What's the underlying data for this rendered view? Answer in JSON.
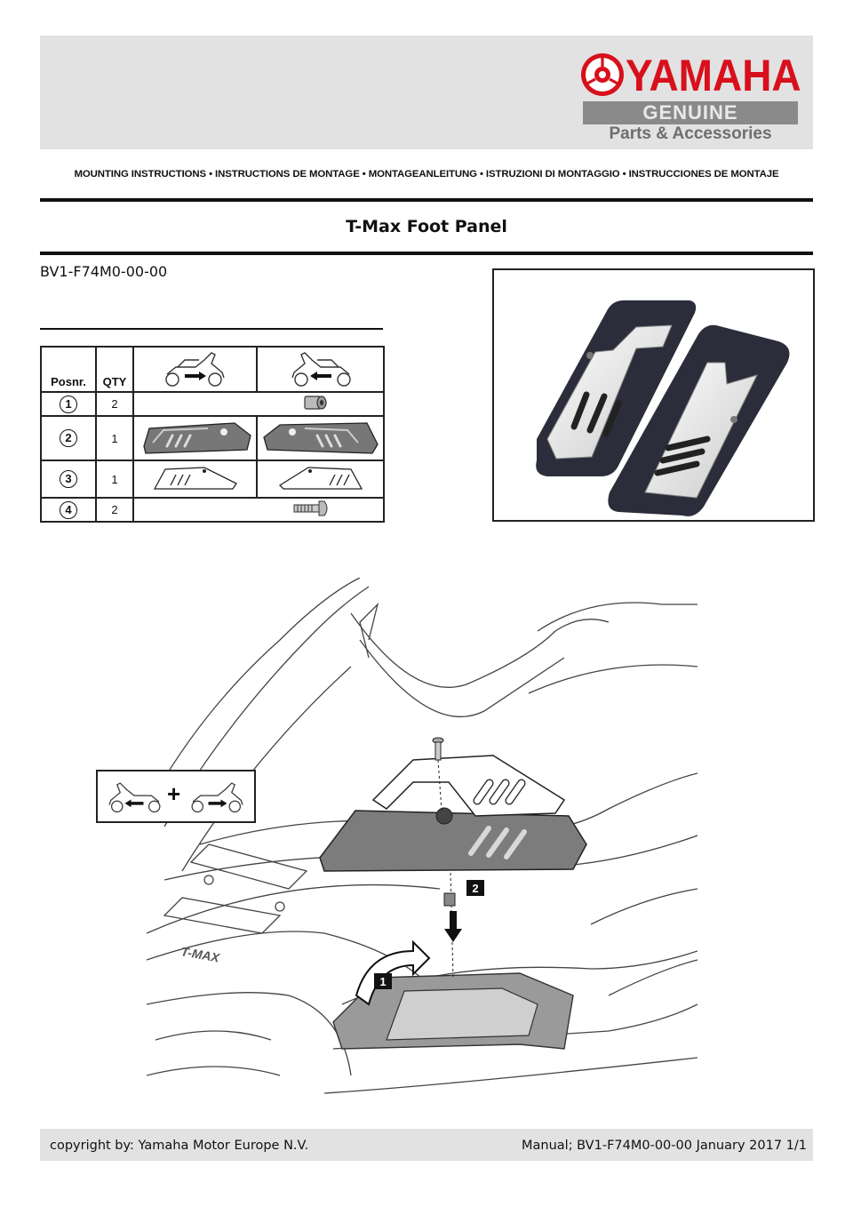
{
  "brand": {
    "name": "YAMAHA",
    "genuine": "GENUINE",
    "tagline": "Parts & Accessories",
    "color_red": "#d8101c",
    "color_grey": "#8a8a8a"
  },
  "instructions_line": "MOUNTING INSTRUCTIONS • INSTRUCTIONS DE MONTAGE • MONTAGEANLEITUNG • ISTRUZIONI DI MONTAGGIO • INSTRUCCIONES DE MONTAJE",
  "title": "T-Max Foot Panel",
  "part_number": "BV1-F74M0-00-00",
  "table": {
    "headers": {
      "pos": "Posnr.",
      "qty": "QTY"
    },
    "rows": [
      {
        "pos": "1",
        "qty": "2"
      },
      {
        "pos": "2",
        "qty": "1"
      },
      {
        "pos": "3",
        "qty": "1"
      },
      {
        "pos": "4",
        "qty": "2"
      }
    ]
  },
  "diagram": {
    "step1": "1",
    "step2": "2",
    "plus": "+"
  },
  "footer": {
    "copyright": "copyright by: Yamaha Motor Europe N.V.",
    "manual": "Manual; BV1-F74M0-00-00 January 2017 1/1"
  }
}
